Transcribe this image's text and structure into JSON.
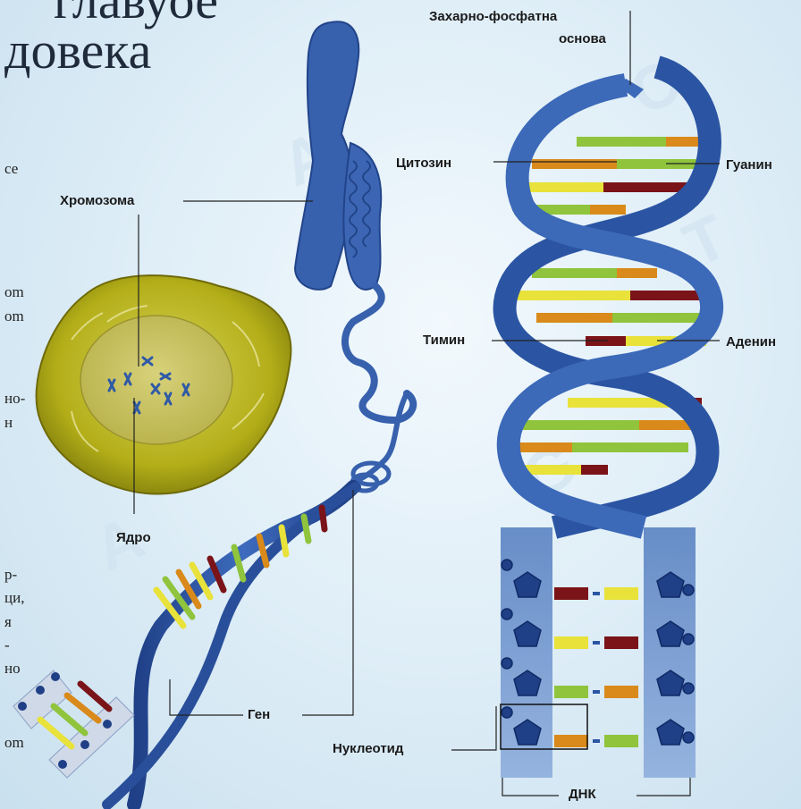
{
  "heading": {
    "line1": "главу́ое",
    "line2": "довека"
  },
  "side_text": [
    "се",
    "om",
    "om",
    "но-",
    "н",
    "р-",
    "ци,",
    "я",
    "-",
    "но",
    "om"
  ],
  "labels": {
    "sugar_phosphate_line1": "Захарно-фосфатна",
    "sugar_phosphate_line2": "основа",
    "chromosome": "Хромозома",
    "cytosine": "Цитозин",
    "guanine": "Гуанин",
    "thymine": "Тимин",
    "adenine": "Аденин",
    "nucleus": "Ядро",
    "gene": "Ген",
    "nucleotide": "Нуклеотид",
    "dna": "ДНК"
  },
  "colors": {
    "helix_blue": "#2f5aa6",
    "backbone_blue": "#5f87c4",
    "cell_yellow": "#b9b41e",
    "adenine_yellow": "#e8e23a",
    "thymine_red": "#7a1418",
    "guanine_green": "#8fc43c",
    "cytosine_orange": "#d98a1a"
  }
}
